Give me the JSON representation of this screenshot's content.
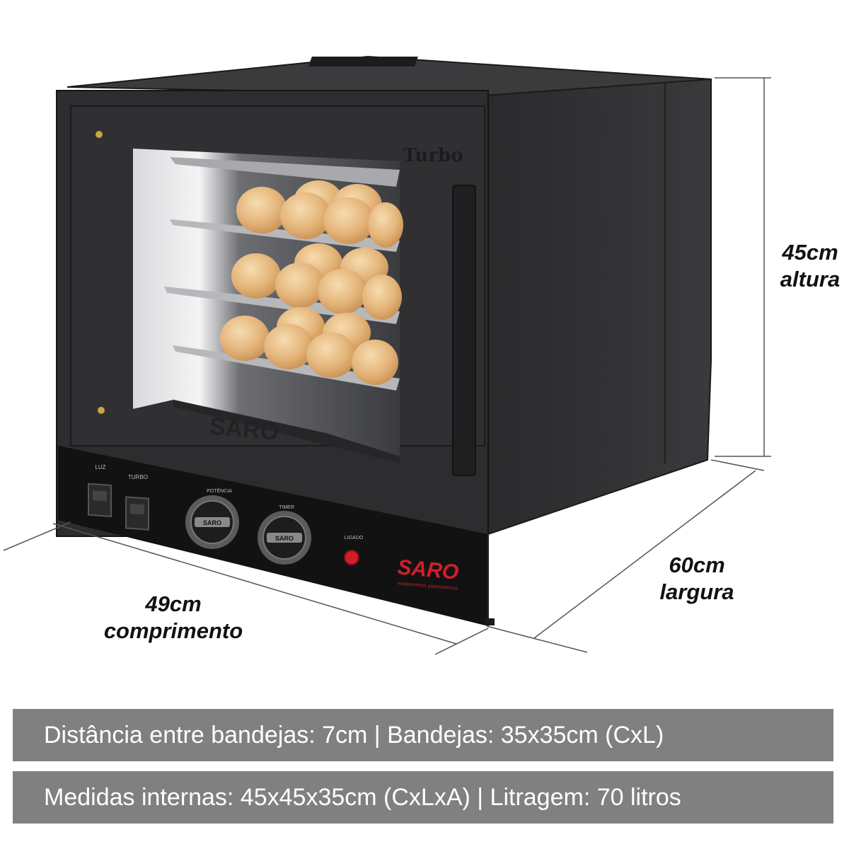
{
  "oven": {
    "door_label": "Turbo",
    "door_logo": "SARO",
    "switch_labels": [
      "LUZ",
      "TURBO"
    ],
    "knob_labels": [
      "POTÊNCIA",
      "TIMER"
    ],
    "knob_caps": [
      "SARO",
      "SARO"
    ],
    "lamp_label": "LIGADO",
    "brand": "SARO",
    "brand_tagline": "equipamentos gastronômicos",
    "brand_color": "#d01f2a",
    "body_color": "#2c2c2e",
    "panel_color": "#121212"
  },
  "dimensions": {
    "height_value": "45cm",
    "height_label": "altura",
    "depth_value": "60cm",
    "depth_label": "largura",
    "width_value": "49cm",
    "width_label": "comprimento"
  },
  "specs": {
    "line1": "Distância entre bandejas: 7cm | Bandejas: 35x35cm (CxL)",
    "line2": "Medidas internas: 45x45x35cm (CxLxA) | Litragem: 70 litros"
  },
  "colors": {
    "bar_bg": "#808080",
    "bar_text": "#ffffff"
  }
}
